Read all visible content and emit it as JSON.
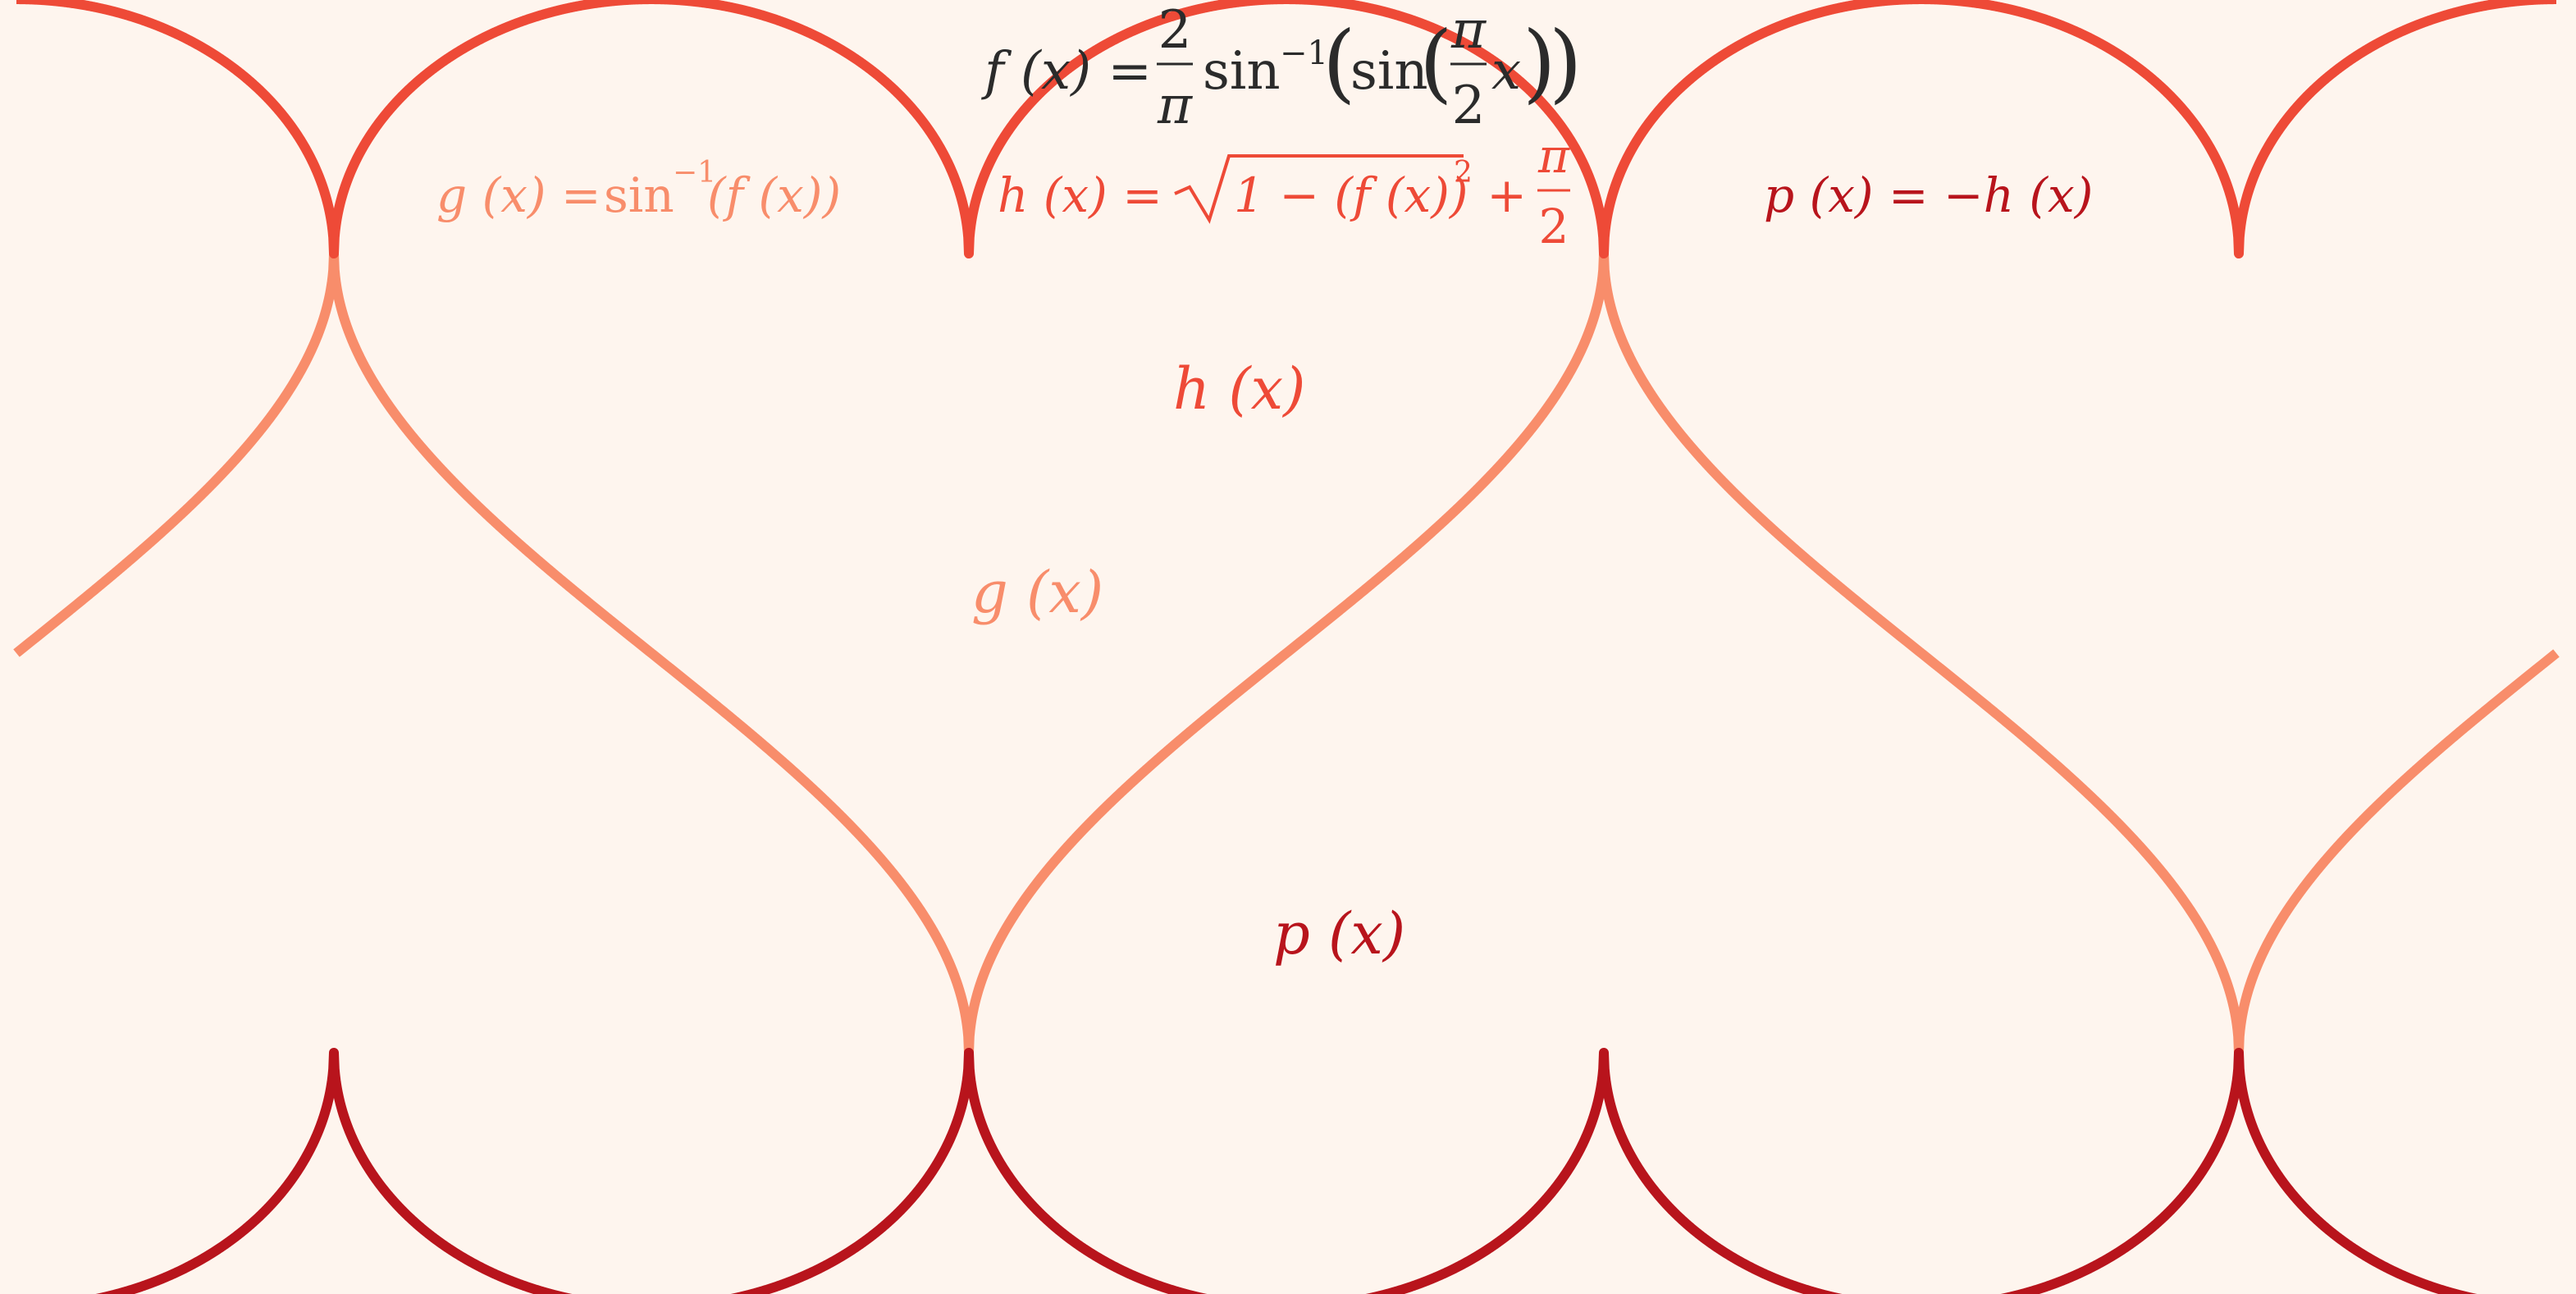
{
  "equations": {
    "f": {
      "lhs": "f (x) = ",
      "coef_num": "2",
      "coef_den": "π",
      "asin": "sin",
      "inv": "−1",
      "inner_sin": "sin",
      "frac_num": "π",
      "frac_den": "2",
      "var": "x",
      "color": "#2b2b2b"
    },
    "g": {
      "lhs": "g (x) = ",
      "asin": "sin",
      "inv": "−1",
      "rest": " (f (x))",
      "color": "#f88d6b"
    },
    "h": {
      "lhs": "h (x) = ",
      "radicand": "1 − (f (x))",
      "sq": "2",
      "plus": " + ",
      "frac_num": "π",
      "frac_den": "2",
      "color": "#ee4a37"
    },
    "p": {
      "text": "p (x) = −h (x)",
      "color": "#b8141c"
    }
  },
  "curve_labels": {
    "h": "h (x)",
    "g": "g (x)",
    "p": "p (x)"
  },
  "chart_data": {
    "type": "line",
    "title": "",
    "xlim": [
      -4.0,
      4.0
    ],
    "ylim": [
      -2.5,
      2.5
    ],
    "period": 2,
    "series": [
      {
        "name": "h (x)",
        "color": "#ee4a37",
        "expr": "sqrt(1 - f(x)^2) + pi/2"
      },
      {
        "name": "g (x)",
        "color": "#f88d6b",
        "expr": "asin(f(x))"
      },
      {
        "name": "p (x)",
        "color": "#b8141c",
        "expr": "-h(x)"
      }
    ]
  }
}
